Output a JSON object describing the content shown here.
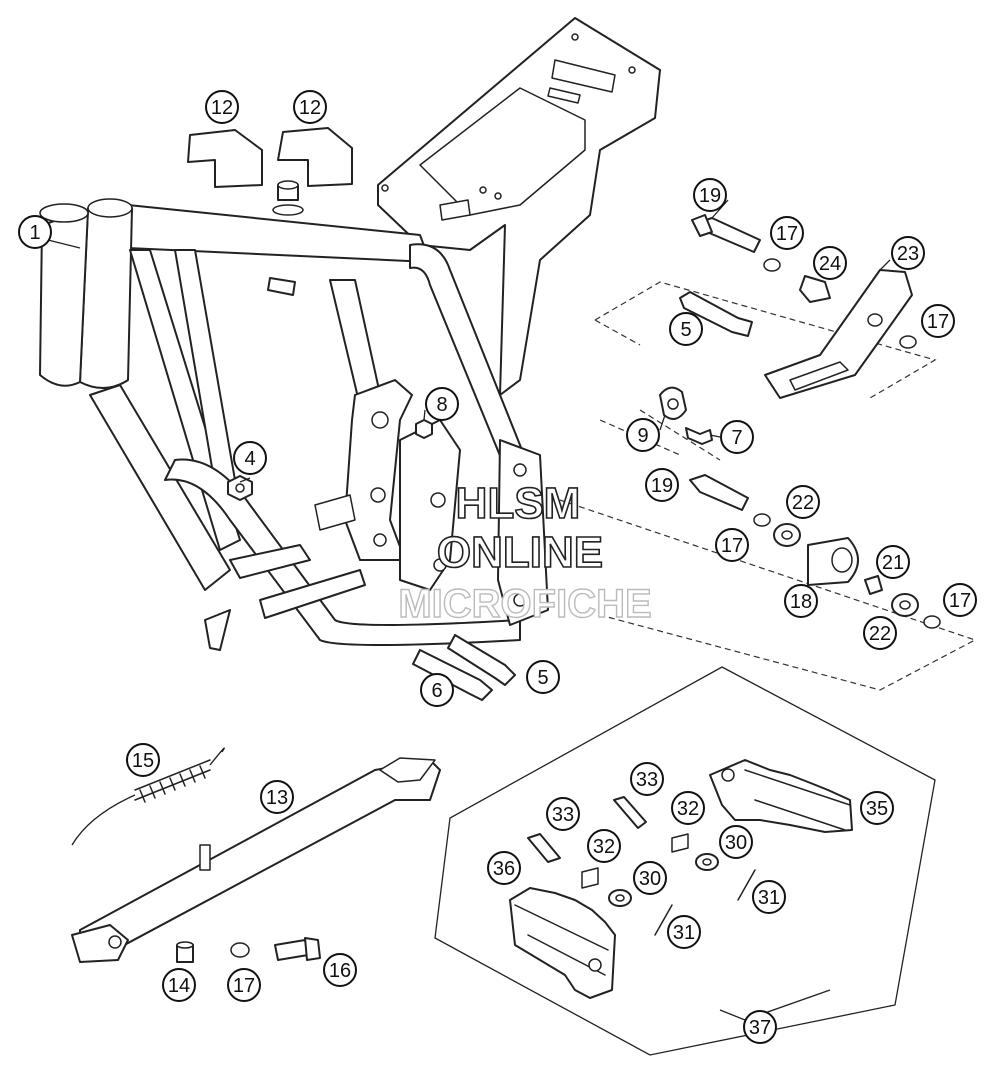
{
  "watermark": {
    "line1": "HLSM",
    "line2": "ONLINE",
    "line3": "MICROFICHE"
  },
  "callouts": [
    {
      "id": "c1",
      "label": "1"
    },
    {
      "id": "c12a",
      "label": "12"
    },
    {
      "id": "c12b",
      "label": "12"
    },
    {
      "id": "c4",
      "label": "4"
    },
    {
      "id": "c8",
      "label": "8"
    },
    {
      "id": "c19a",
      "label": "19"
    },
    {
      "id": "c17a",
      "label": "17"
    },
    {
      "id": "c24",
      "label": "24"
    },
    {
      "id": "c23",
      "label": "23"
    },
    {
      "id": "c17b",
      "label": "17"
    },
    {
      "id": "c5a",
      "label": "5"
    },
    {
      "id": "c9",
      "label": "9"
    },
    {
      "id": "c7",
      "label": "7"
    },
    {
      "id": "c19b",
      "label": "19"
    },
    {
      "id": "c22a",
      "label": "22"
    },
    {
      "id": "c17c",
      "label": "17"
    },
    {
      "id": "c21",
      "label": "21"
    },
    {
      "id": "c18",
      "label": "18"
    },
    {
      "id": "c17d",
      "label": "17"
    },
    {
      "id": "c22b",
      "label": "22"
    },
    {
      "id": "c5b",
      "label": "5"
    },
    {
      "id": "c6",
      "label": "6"
    },
    {
      "id": "c15",
      "label": "15"
    },
    {
      "id": "c13",
      "label": "13"
    },
    {
      "id": "c33a",
      "label": "33"
    },
    {
      "id": "c33b",
      "label": "33"
    },
    {
      "id": "c32a",
      "label": "32"
    },
    {
      "id": "c32b",
      "label": "32"
    },
    {
      "id": "c35",
      "label": "35"
    },
    {
      "id": "c30a",
      "label": "30"
    },
    {
      "id": "c30b",
      "label": "30"
    },
    {
      "id": "c36",
      "label": "36"
    },
    {
      "id": "c31a",
      "label": "31"
    },
    {
      "id": "c31b",
      "label": "31"
    },
    {
      "id": "c14",
      "label": "14"
    },
    {
      "id": "c17e",
      "label": "17"
    },
    {
      "id": "c16",
      "label": "16"
    },
    {
      "id": "c37",
      "label": "37"
    }
  ]
}
